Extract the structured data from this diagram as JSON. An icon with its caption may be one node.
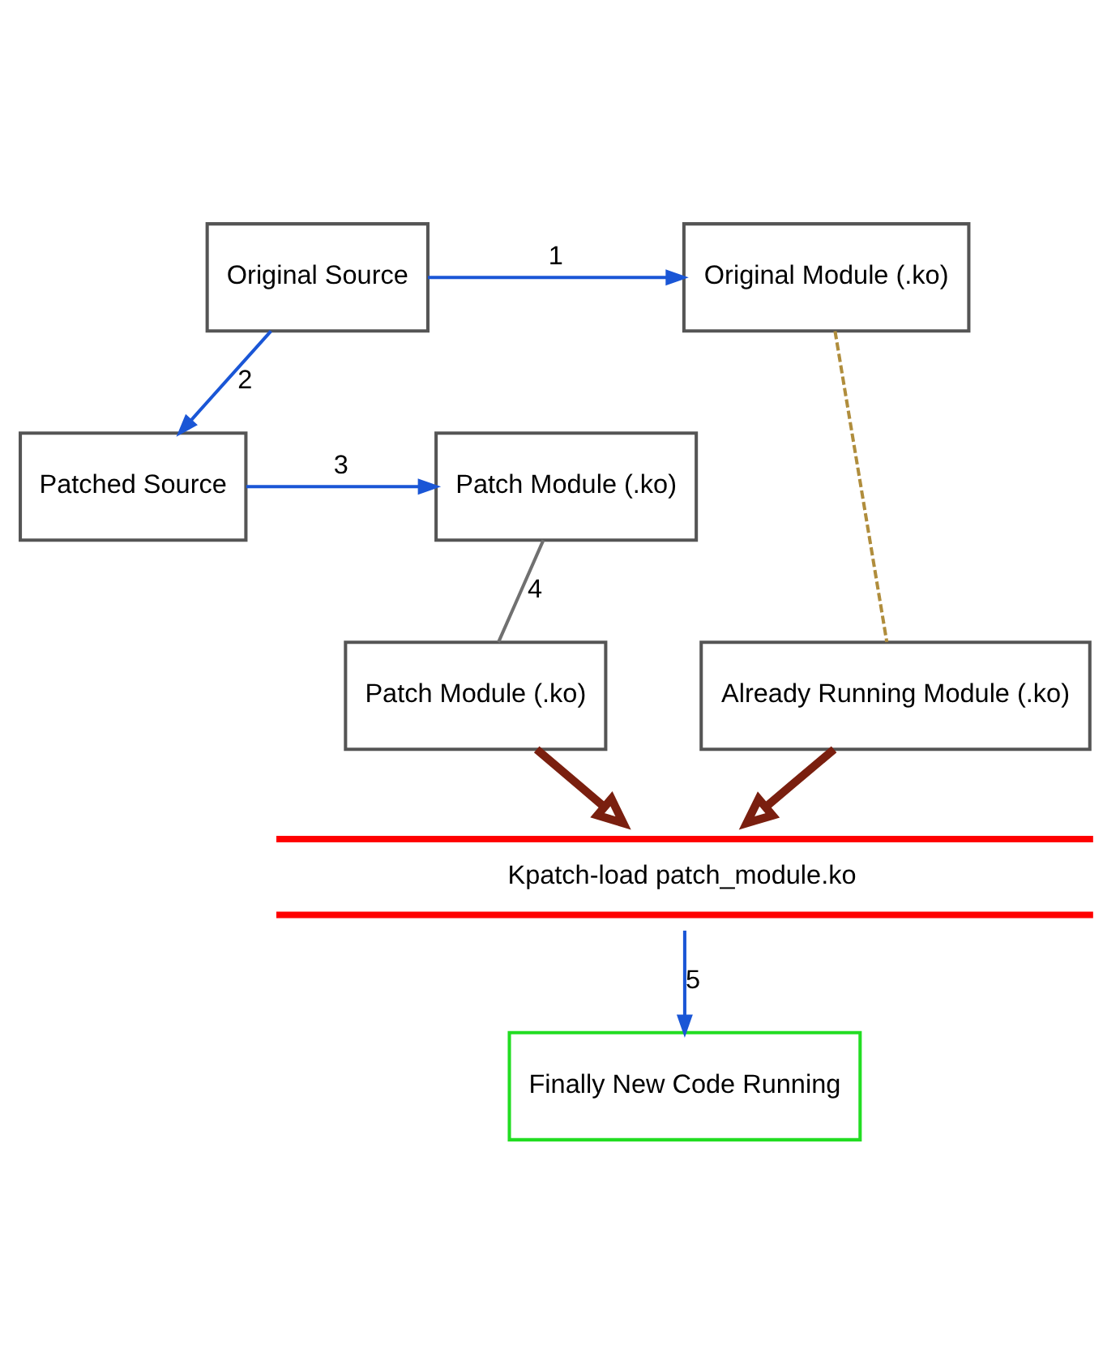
{
  "diagram": {
    "nodes": [
      {
        "text": [
          "Original Source"
        ]
      },
      {
        "text": [
          "Original Module (.ko)"
        ]
      },
      {
        "text": [
          "Patched Source"
        ]
      },
      {
        "text": [
          "Patch Module (.ko)"
        ]
      },
      {
        "text": [
          "Patch Module (.ko)"
        ]
      },
      {
        "text": [
          "Already Running Module (.ko)"
        ]
      },
      {
        "text": [
          "Kpatch-load patch_module.ko"
        ]
      },
      {
        "text": [
          "Finally New Code Running"
        ]
      }
    ],
    "edges": [
      {
        "from": 0,
        "to": 1,
        "arrow": "to",
        "label": "1"
      },
      {
        "from": 0,
        "to": 2,
        "arrow": "to",
        "label": "2"
      },
      {
        "from": 2,
        "to": 3,
        "arrow": "to",
        "label": "3"
      },
      {
        "from": 3,
        "to": 4,
        "arrow": "none",
        "label": "4",
        "color": "#707070"
      },
      {
        "from": 1,
        "to": 5,
        "arrow": "none",
        "style": "dashed",
        "color": "#b08d3c"
      },
      {
        "from": 4,
        "to": 6,
        "arrow": "to",
        "style": "thick",
        "color": "#7a1f0f"
      },
      {
        "from": 5,
        "to": 6,
        "arrow": "to",
        "style": "thick",
        "color": "#7a1f0f"
      },
      {
        "from": 6,
        "to": 7,
        "arrow": "to",
        "label": "5"
      }
    ]
  }
}
